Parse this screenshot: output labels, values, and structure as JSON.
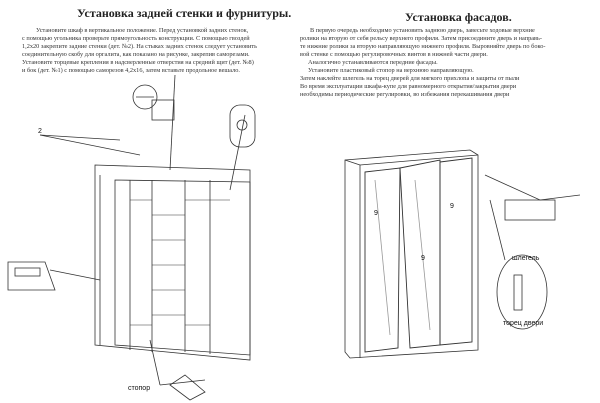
{
  "left": {
    "title": "Установка задней стенки и фурнитуры.",
    "lines": [
      "Установите шкаф в вертикальное положение. Перед установкой задних стенок,",
      "с помощью угольника проверьте прямоугольность конструкции. С помощью гвоздей",
      "1,2x20 закрепите задние стенки (дет. №2). На стыках задних стенок следует установить",
      "соединительную скобу для оргалита, как показано на рисунке, закрепив саморезами.",
      "Установите торцевые крепления в надсверленные отверстия на средний щит (дет. №8)",
      "и бок (дет. №1) с помощью саморезов 4,2x16, затем вставьте продольное вешало."
    ],
    "label_2": "2",
    "label_stopper": "стопор"
  },
  "right": {
    "title": "Установка фасадов.",
    "lines": [
      "В первую очередь необходимо установить заднюю дверь, завесьте ходовые верхние",
      "ролики на вторую от себя рельсу верхнего профиля. Затем присоедините дверь и направь-",
      "те нижние ролики за вторую направляющую нижнего профиля. Выровняйте дверь по боко-",
      "вой стенке с помощью регулировочных винтов в нижней части двери.",
      "Аналогично устанавливаются передние фасады.",
      "Установите пластиковый стопор на верхнюю направляющую.",
      "Затем наклейте шлегель на торец дверей для мягкого прихлопа и защиты от пыли",
      "Во время эксплуатации шкафа-купе для равномерного открытия/закрытия двери",
      "необходимы периодические регулировки, во избежания перекашивания двери"
    ],
    "door_labels": [
      "9",
      "9",
      "9"
    ],
    "label_schlegel": "шлегель",
    "label_door_edge": "торец двери"
  }
}
